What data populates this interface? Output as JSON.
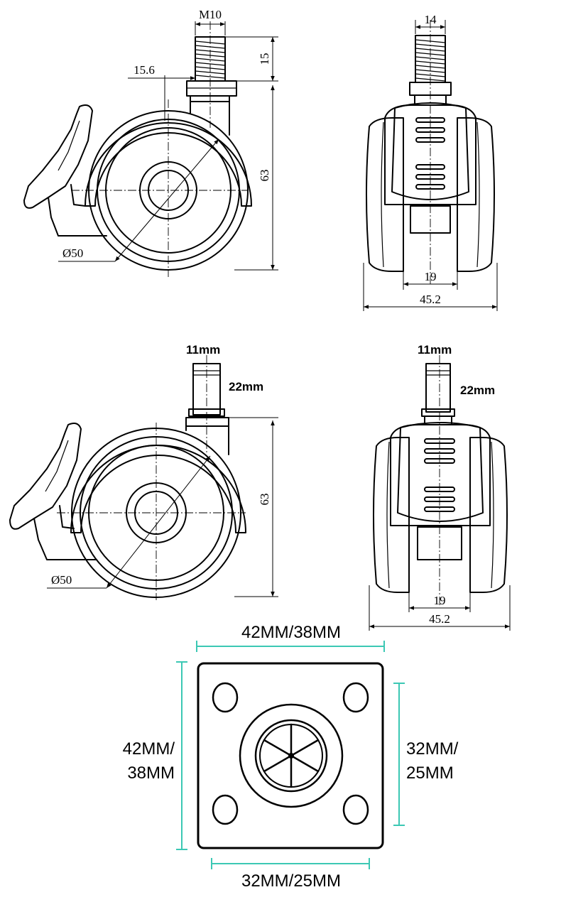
{
  "view1": {
    "thread_label": "M10",
    "thread_length_label": "15",
    "offset_label": "15.6",
    "height_label": "63",
    "wheel_diameter_label": "Ø50"
  },
  "view2": {
    "stem_width_label": "14",
    "inner_width_label": "19",
    "outer_width_label": "45.2"
  },
  "view3": {
    "stem_diameter_label": "11mm",
    "stem_length_label": "22mm",
    "height_label": "63",
    "wheel_diameter_label": "Ø50"
  },
  "view4": {
    "stem_diameter_label": "11mm",
    "stem_length_label": "22mm",
    "inner_width_label": "19",
    "outer_width_label": "45.2"
  },
  "plate": {
    "top_width_label": "42MM/38MM",
    "left_height_label_line1": "42MM/",
    "left_height_label_line2": "38MM",
    "right_height_label_line1": "32MM/",
    "right_height_label_line2": "25MM",
    "bottom_width_label": "32MM/25MM",
    "dimension_color": "#3cc8b4"
  }
}
